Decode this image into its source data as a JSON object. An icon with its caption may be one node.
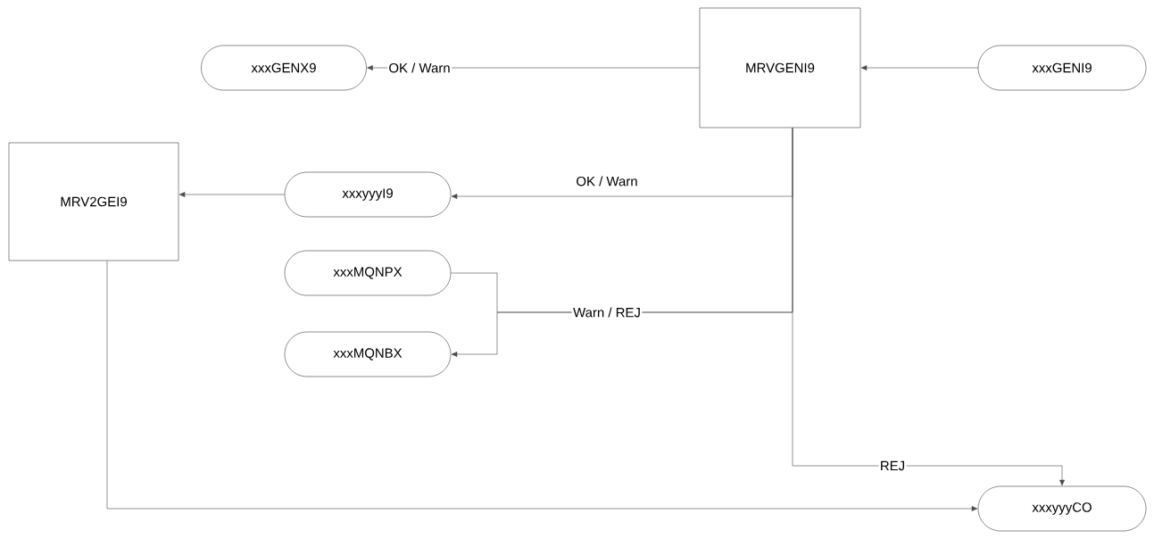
{
  "diagram": {
    "nodes": [
      {
        "text": [
          "xxxGENX9"
        ]
      },
      {
        "text": [
          "MRVGENI9"
        ]
      },
      {
        "text": [
          "xxxGENI9"
        ]
      },
      {
        "text": [
          "MRV2GEI9"
        ]
      },
      {
        "text": [
          "xxxyyyI9"
        ]
      },
      {
        "text": [
          "xxxMQNPX"
        ]
      },
      {
        "text": [
          "xxxMQNBX"
        ]
      },
      {
        "text": [
          "xxxyyyCO"
        ]
      }
    ],
    "edges": [
      {
        "from": 2,
        "to": 1,
        "arrow": "to"
      },
      {
        "from": 1,
        "to": 0,
        "arrow": "to",
        "label": "OK / Warn"
      },
      {
        "from": 1,
        "to": 4,
        "arrow": "to",
        "label": "OK / Warn"
      },
      {
        "from": 4,
        "to": 3,
        "arrow": "to"
      },
      {
        "from": 1,
        "to": 5,
        "arrow": "none",
        "label": "Warn / REJ"
      },
      {
        "from": 1,
        "to": 6,
        "arrow": "to"
      },
      {
        "from": 1,
        "to": 7,
        "arrow": "to",
        "label": "REJ"
      },
      {
        "from": 3,
        "to": 7,
        "arrow": "to"
      }
    ]
  }
}
